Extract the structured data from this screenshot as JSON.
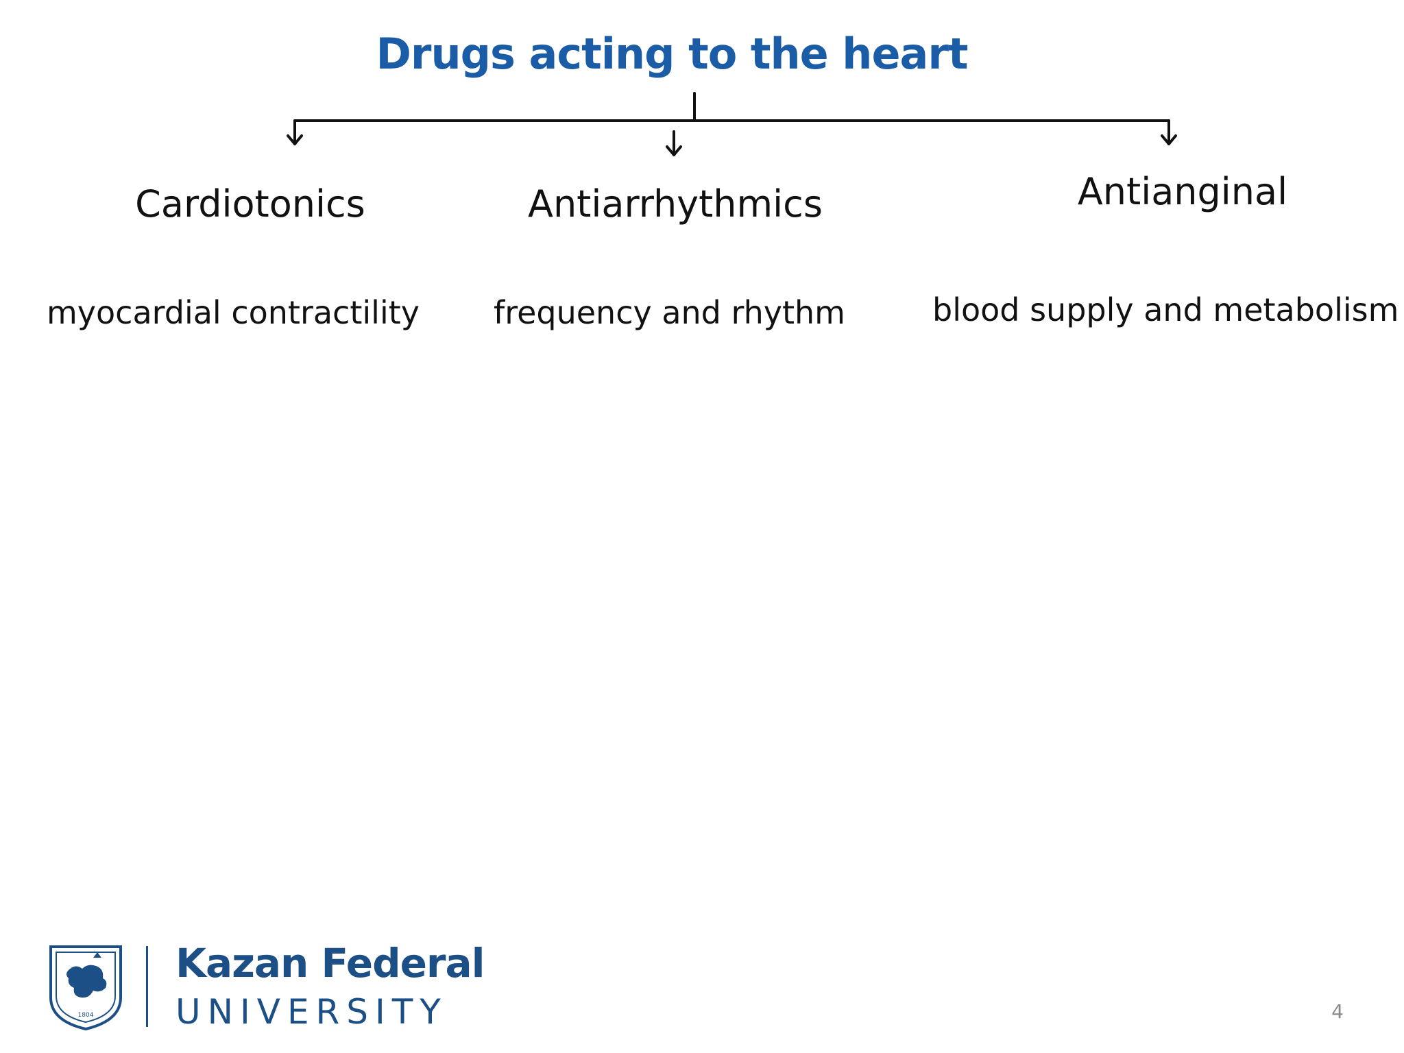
{
  "title": "Drugs acting to the heart",
  "categories": [
    {
      "label": "Cardiotonics",
      "description": "myocardial contractility"
    },
    {
      "label": "Antiarrhythmics",
      "description": "frequency and rhythm"
    },
    {
      "label": "Antianginal",
      "description": "blood supply and metabolism"
    }
  ],
  "footer": {
    "brand_line1": "Kazan Federal",
    "brand_line2": "UNIVERSITY",
    "emblem_year": "1804",
    "page_number": "4"
  },
  "colors": {
    "title": "#1a5ca6",
    "brand": "#1d4f87",
    "text": "#111111",
    "connector": "#111111",
    "page_number": "#8a8a8a"
  }
}
